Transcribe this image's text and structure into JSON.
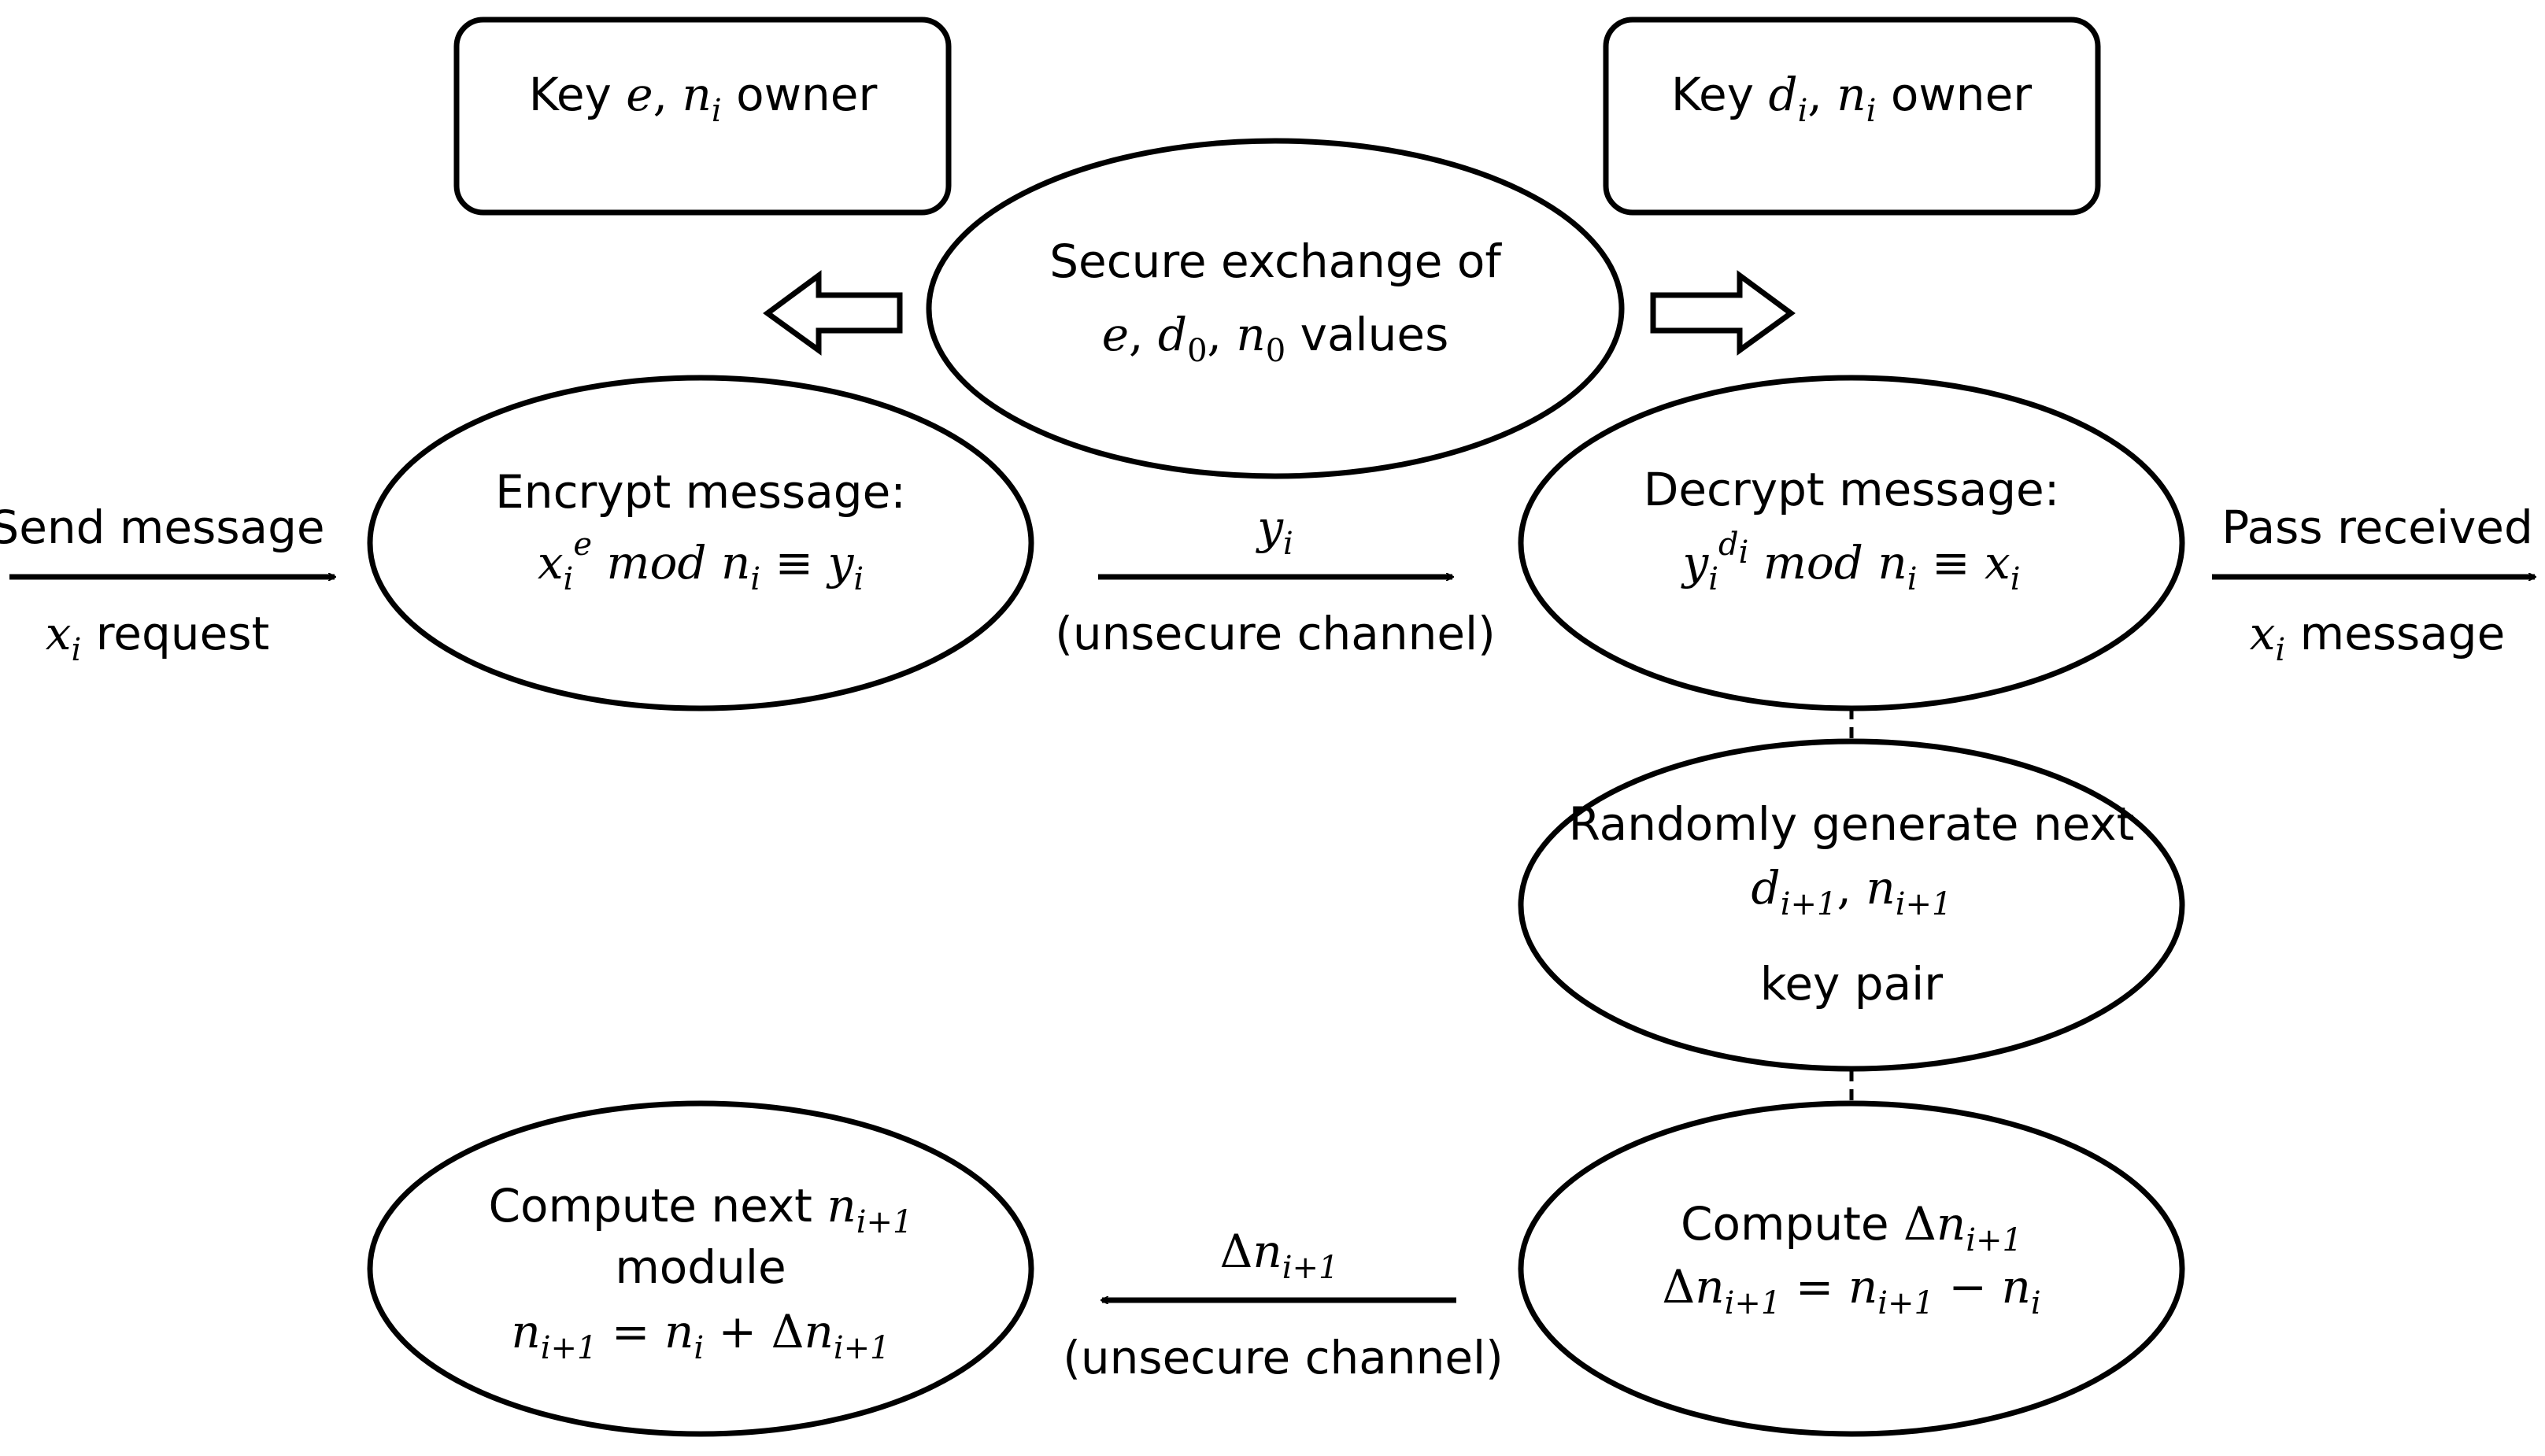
{
  "boxes": {
    "left_owner": {
      "pre": "Key ",
      "e": "e",
      "comma": ", ",
      "n": "n",
      "i": "i",
      "post": " owner"
    },
    "right_owner": {
      "pre": "Key ",
      "d": "d",
      "i": "i",
      "comma": ", ",
      "n": "n",
      "i2": "i",
      "post": " owner"
    }
  },
  "secure": {
    "line1": "Secure exchange of",
    "e": "e",
    "c1": ", ",
    "d": "d",
    "d0": "0",
    "c2": ", ",
    "n": "n",
    "n0": "0",
    "values": " values"
  },
  "encrypt": {
    "title": "Encrypt message:",
    "x": "x",
    "i": "i",
    "e": "e",
    "mod": " mod ",
    "n": "n",
    "ni": "i",
    "eq": " ≡ ",
    "y": "y",
    "yi": "i"
  },
  "decrypt": {
    "title": "Decrypt message:",
    "y": "y",
    "i": "i",
    "d": "d",
    "di": "i",
    "mod": " mod ",
    "n": "n",
    "ni": "i",
    "eq": " ≡ ",
    "x": "x",
    "xi": "i"
  },
  "send": {
    "line1": "Send message",
    "x": "x",
    "i": "i",
    "post": " request"
  },
  "pass": {
    "line1": "Pass received",
    "x": "x",
    "i": "i",
    "post": " message"
  },
  "channel_top": {
    "y": "y",
    "i": "i",
    "label": "(unsecure channel)"
  },
  "channel_bottom": {
    "delta": "Δ",
    "n": "n",
    "sub": "i+1",
    "label": "(unsecure channel)"
  },
  "random": {
    "line1": "Randomly generate next",
    "d": "d",
    "dsub": "i+1",
    "comma": ", ",
    "n": "n",
    "nsub": "i+1",
    "line3": "key pair"
  },
  "compute_delta": {
    "pre": "Compute ",
    "delta": "Δ",
    "n": "n",
    "sub": "i+1",
    "f_delta": "Δ",
    "f_n1": "n",
    "f_sub1": "i+1",
    "f_eq": " = ",
    "f_n2": "n",
    "f_sub2": "i+1",
    "f_minus": " − ",
    "f_n3": "n",
    "f_sub3": "i"
  },
  "compute_next": {
    "pre": "Compute next ",
    "n": "n",
    "sub": "i+1",
    "line2": "module",
    "f_n1": "n",
    "f_sub1": "i+1",
    "f_eq": " = ",
    "f_n2": "n",
    "f_sub2": "i",
    "f_plus": " + ",
    "f_delta": "Δ",
    "f_n3": "n",
    "f_sub3": "i+1"
  }
}
